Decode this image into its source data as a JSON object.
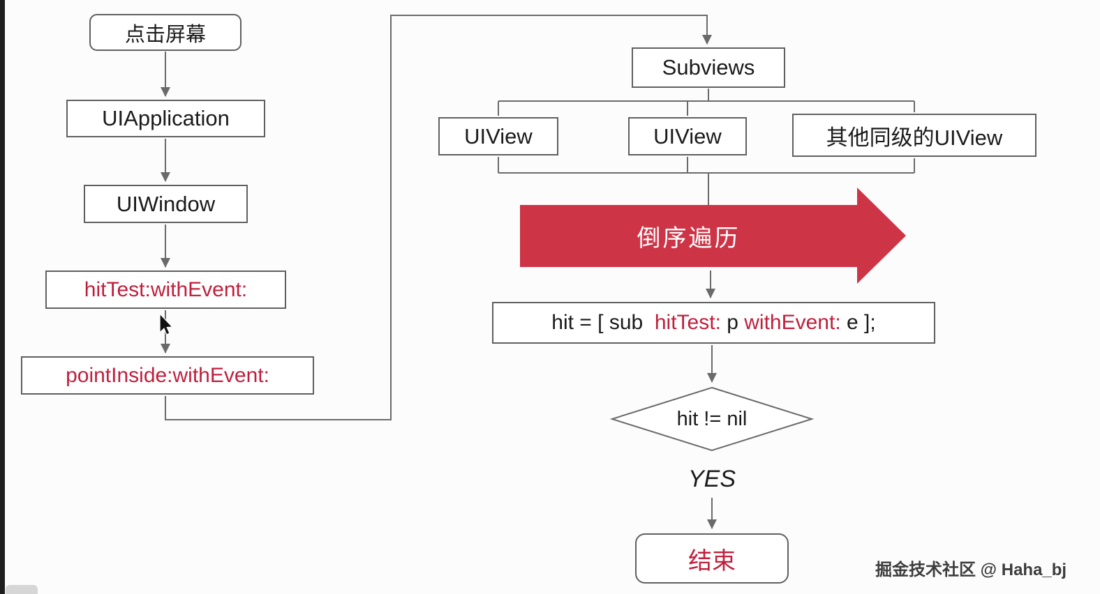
{
  "colors": {
    "background": "#fcfcfc",
    "box_border": "#5f5f5f",
    "line_gray": "#6a6a6a",
    "text_dark": "#1a1a1a",
    "text_red": "#c01f3c",
    "arrow_red": "#cd3446"
  },
  "left_flow": {
    "tap_screen": "点击屏幕",
    "uiapplication": "UIApplication",
    "uiwindow": "UIWindow",
    "hittest": "hitTest:withEvent:",
    "pointinside": "pointInside:withEvent:"
  },
  "right_flow": {
    "subviews": "Subviews",
    "uiview_1": "UIView",
    "uiview_2": "UIView",
    "sibling_uiviews": "其他同级的UIView",
    "reverse_traversal": "倒序遍历",
    "hit_expression": {
      "seg_hit": "hit = [ sub ",
      "seg_hittest": " hitTest:",
      "seg_p": " p ",
      "seg_withevent": "withEvent:",
      "seg_e": " e ];"
    },
    "condition": "hit != nil",
    "branch_yes": "YES",
    "end_node": "结束"
  },
  "watermark": "掘金技术社区 @ Haha_bj"
}
